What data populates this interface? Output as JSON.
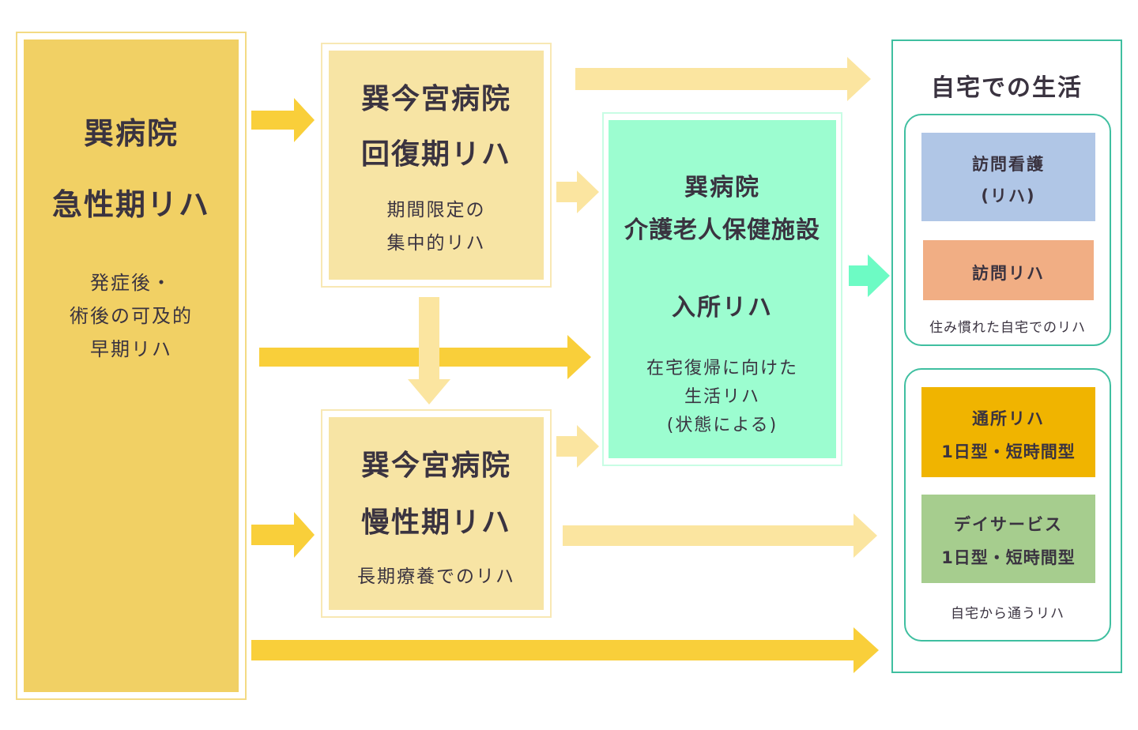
{
  "acute": {
    "title1": "巽病院",
    "title2": "急性期リハ",
    "desc1": "発症後・",
    "desc2": "術後の可及的",
    "desc3": "早期リハ"
  },
  "recovery": {
    "title1": "巽今宮病院",
    "title2": "回復期リハ",
    "desc1": "期間限定の",
    "desc2": "集中的リハ"
  },
  "chronic": {
    "title1": "巽今宮病院",
    "title2": "慢性期リハ",
    "desc1": "長期療養でのリハ"
  },
  "care": {
    "title1": "巽病院",
    "title2": "介護老人保健施設",
    "title3": "入所リハ",
    "desc1": "在宅復帰に向けた",
    "desc2": "生活リハ",
    "desc3": "(状態による)"
  },
  "home": {
    "title": "自宅での生活",
    "group1": {
      "visit_nursing_1": "訪問看護",
      "visit_nursing_2": "(リハ)",
      "visit_rehab": "訪問リハ",
      "caption": "住み慣れた自宅でのリハ"
    },
    "group2": {
      "day_rehab_1": "通所リハ",
      "day_rehab_2": "1日型・短時間型",
      "day_service_1": "デイサービス",
      "day_service_2": "1日型・短時間型",
      "caption": "自宅から通うリハ"
    }
  },
  "colors": {
    "acute": "#f1d064",
    "recovery": "#f7e4a4",
    "care": "#9cfdd0",
    "nursing": "#b0c6e6",
    "visit_rehab": "#f1ae84",
    "day_rehab": "#f0b400",
    "day_service": "#a6cd8e",
    "teal": "#3fbfa0",
    "arrow_dark": "#f9cf3a",
    "arrow_light": "#fbe5a0",
    "arrow_green": "#6dfbc4"
  }
}
